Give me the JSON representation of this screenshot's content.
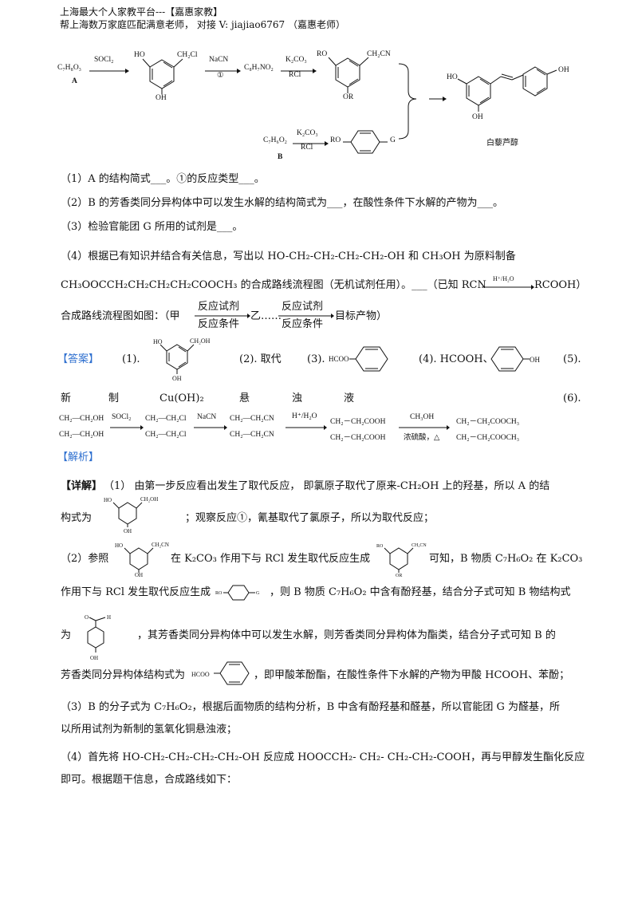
{
  "header": {
    "line1": "上海最大个人家教平台---【嘉惠家教】",
    "line2": "帮上海数万家庭匹配满意老师，  对接 V: jiajiao6767  （嘉惠老师）"
  },
  "scheme": {
    "A_formula": "C₇H₈O₃",
    "A_label": "A",
    "socl2": "SOCl₂",
    "nacn": "NaCN",
    "step1": "①",
    "intermediate": "C₈H₇NO₂",
    "k2co3": "K₂CO₃",
    "rcl": "RCl",
    "B_formula": "C₇H₆O₂",
    "B_label": "B",
    "k2co3_b": "K₂CO₃",
    "rcl_b": "RCl",
    "product_name": "白藜芦醇",
    "group_ho": "HO",
    "group_oh": "OH",
    "group_ch2cl": "CH₂Cl",
    "group_ch2cn": "CH₂CN",
    "group_ro": "RO",
    "group_or": "OR",
    "group_g": "G",
    "group_ro_b": "RO"
  },
  "questions": {
    "q1": "（1）A 的结构简式___。①的反应类型___。",
    "q2": "（2）B 的芳香类同分异构体中可以发生水解的结构简式为___，在酸性条件下水解的产物为___。",
    "q3": "（3）检验官能团 G 所用的试剂是___。",
    "q4": "（4）根据已有知识并结合有关信息，写出以 HO-CH₂-CH₂-CH₂-CH₂-OH 和 CH₃OH 为原料制备",
    "q4b": "CH₃OOCCH₂CH₂CH₂CH₂COOCH₃ 的合成路线流程图（无机试剂任用）。___（已知 RCN",
    "q4b_arrow": "H⁺/H₂O",
    "q4b_end": "RCOOH）",
    "q4c_pre": "合成路线流程图如图：（甲",
    "q4c_reagent": "反应试剂",
    "q4c_cond": "反应条件",
    "q4c_mid": "乙……",
    "q4c_reagent2": "反应试剂",
    "q4c_cond2": "反应条件",
    "q4c_end": "目标产物）"
  },
  "answer": {
    "label": "【答案】",
    "a1": "(1).",
    "a2": "(2). 取代",
    "a3": "(3).",
    "hcoo": "HCOO",
    "a4": "(4). HCOOH、",
    "a5": "(5).",
    "a5_words": [
      "新",
      "制",
      "Cu(OH)₂",
      "悬",
      "浊",
      "液"
    ],
    "a6": "(6).",
    "route": {
      "s1_top": "CH₂—CH₂OH",
      "s1_bot": "CH₂—CH₂OH",
      "r1": "SOCl₂",
      "s2_top": "CH₂—CH₂Cl",
      "s2_bot": "CH₂—CH₂Cl",
      "r2": "NaCN",
      "s3_top": "CH₂—CH₂CN",
      "s3_bot": "CH₂—CH₂CN",
      "r3": "H⁺/H₂O",
      "s4_top": "CH₂－CH₂COOH",
      "s4_bot": "CH₂－CH₂COOH",
      "r4": "CH₃OH",
      "r4b": "浓硫酸，△",
      "s5_top": "CH₂－CH₂COOCH₃",
      "s5_bot": "CH₂－CH₂COOCH₃"
    }
  },
  "analysis": {
    "label": "【解析】",
    "detail_label": "【详解】",
    "d1": "（1） 由第一步反应看出发生了取代反应， 即氯原子取代了原来-CH₂OH 上的羟基，所以 A 的结",
    "d1b_pre": "构式为",
    "d1b_post": "；观察反应①，氰基取代了氯原子，所以为取代反应；",
    "d2_pre": "（2）参照",
    "d2_mid": "在 K₂CO₃ 作用下与 RCl 发生取代反应生成",
    "d2_post": "可知，B 物质 C₇H₆O₂ 在 K₂CO₃",
    "d2b_pre": "作用下与 RCl 发生取代反应生成",
    "d2b_post": "，则 B 物质  C₇H₆O₂ 中含有酚羟基，结合分子式可知 B 物结构式",
    "d2c_pre": "为",
    "d2c_post": "，其芳香类同分异构体中可以发生水解，则芳香类同分异构体为酯类，结合分子式可知 B 的",
    "d2d_pre": "芳香类同分异构体结构式为",
    "d2d_post": "，即甲酸苯酚酯，在酸性条件下水解的产物为甲酸 HCOOH、苯酚；",
    "d3": "（3）B 的分子式为 C₇H₆O₂，根据后面物质的结构分析，B 中含有酚羟基和醛基，所以官能团 G 为醛基，所",
    "d3b": "以所用试剂为新制的氢氧化铜悬浊液；",
    "d4": "（4）首先将 HO-CH₂-CH₂-CH₂-CH₂-OH 反应成 HOOCCH₂- CH₂- CH₂-CH₂-COOH，再与甲醇发生酯化反应",
    "d4b": "即可。根据题干信息，合成路线如下："
  }
}
